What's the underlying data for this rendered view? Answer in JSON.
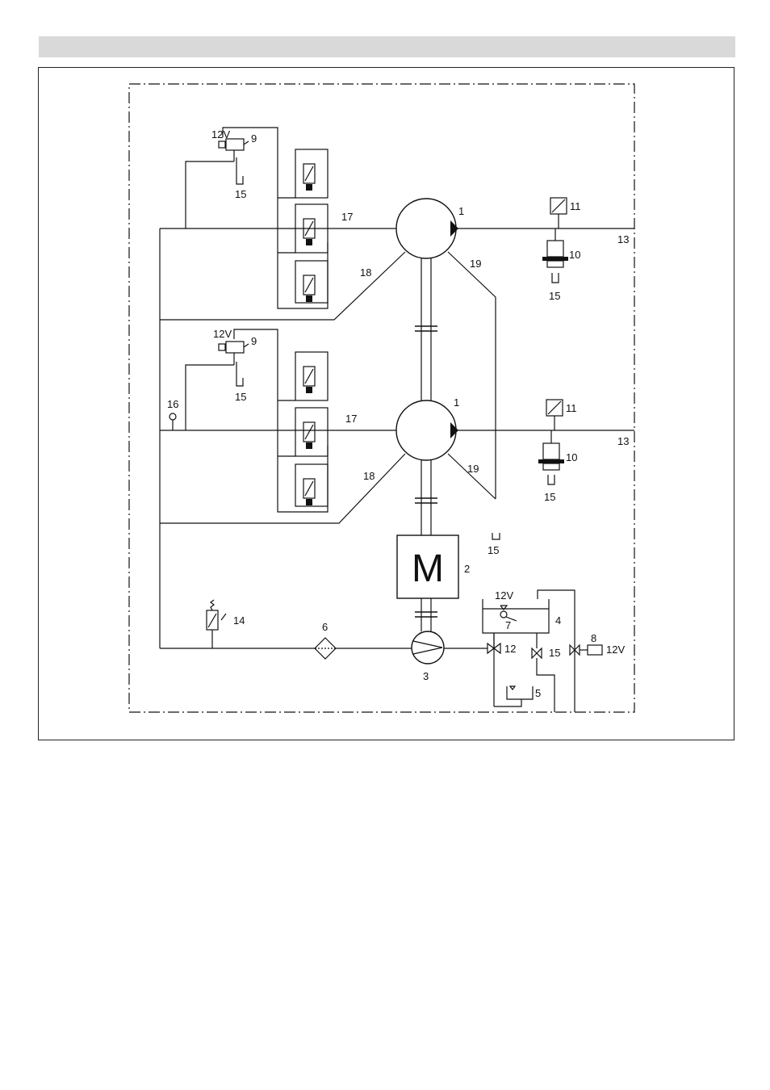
{
  "page": {
    "colors": {
      "header_bar": "#d9d9d9",
      "line": "#111111",
      "background": "#ffffff"
    }
  },
  "diagram": {
    "labels": {
      "pump_top": "1",
      "pump_bottom": "1",
      "motor_num": "2",
      "motor_letter": "M",
      "feed_pump": "3",
      "tank": "4",
      "reservoir": "5",
      "filter": "6",
      "float_switch": "7",
      "solenoid_8": "8",
      "solenoid_8_voltage": "12V",
      "valve_9_top": "9",
      "valve_9_top_voltage": "12V",
      "valve_9_bottom": "9",
      "valve_9_bottom_voltage": "12V",
      "float_voltage": "12V",
      "gauge_10_top": "10",
      "gauge_10_bottom": "10",
      "sensor_11_top": "11",
      "sensor_11_bottom": "11",
      "valve_12": "12",
      "outlet_13_top": "13",
      "outlet_13_bottom": "13",
      "pressure_switch_14": "14",
      "drain_15_valve9_top": "15",
      "drain_15_valve9_bottom": "15",
      "drain_15_gauge_top": "15",
      "drain_15_gauge_bottom": "15",
      "drain_15_leak": "15",
      "valve_15": "15",
      "gauge_16": "16",
      "manifold_17_top": "17",
      "manifold_17_bottom": "17",
      "line_18_top": "18",
      "line_18_bottom": "18",
      "line_19_top": "19",
      "line_19_bottom": "19"
    }
  }
}
